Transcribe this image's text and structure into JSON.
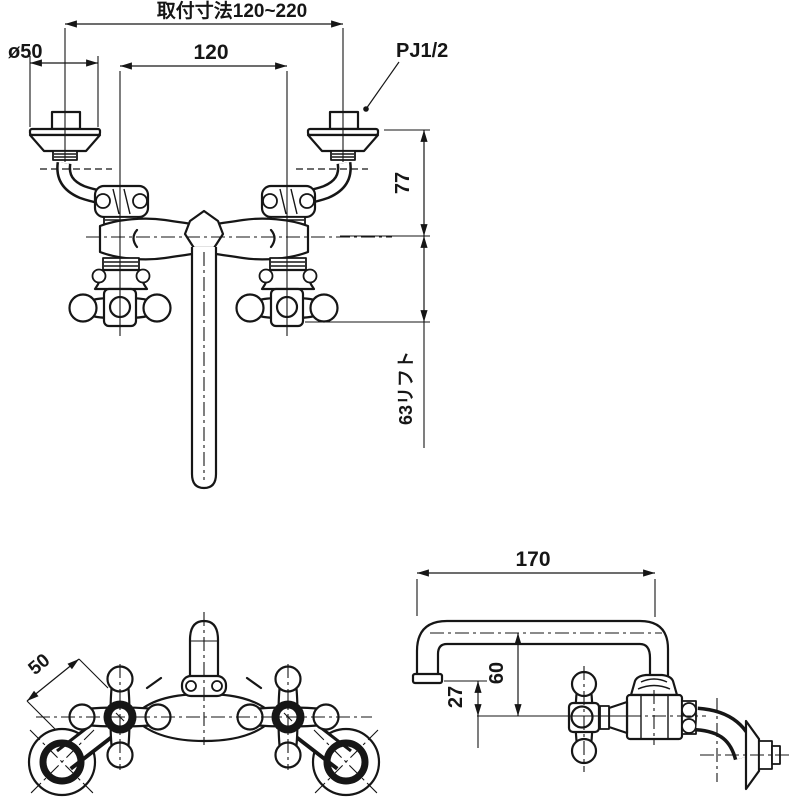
{
  "drawing": {
    "background": "#ffffff",
    "line_color": "#161616",
    "views": {
      "front": {
        "dim_mounting": "取付寸法120~220",
        "dim_pitch": "120",
        "dim_flange_dia": "ø50",
        "label_thread": "PJ1/2",
        "dim_height": "77",
        "dim_lift": "63リフト"
      },
      "top": {
        "dim_width": "50"
      },
      "side": {
        "dim_reach": "170",
        "dim_drop": "60",
        "dim_clearance": "27"
      }
    }
  }
}
